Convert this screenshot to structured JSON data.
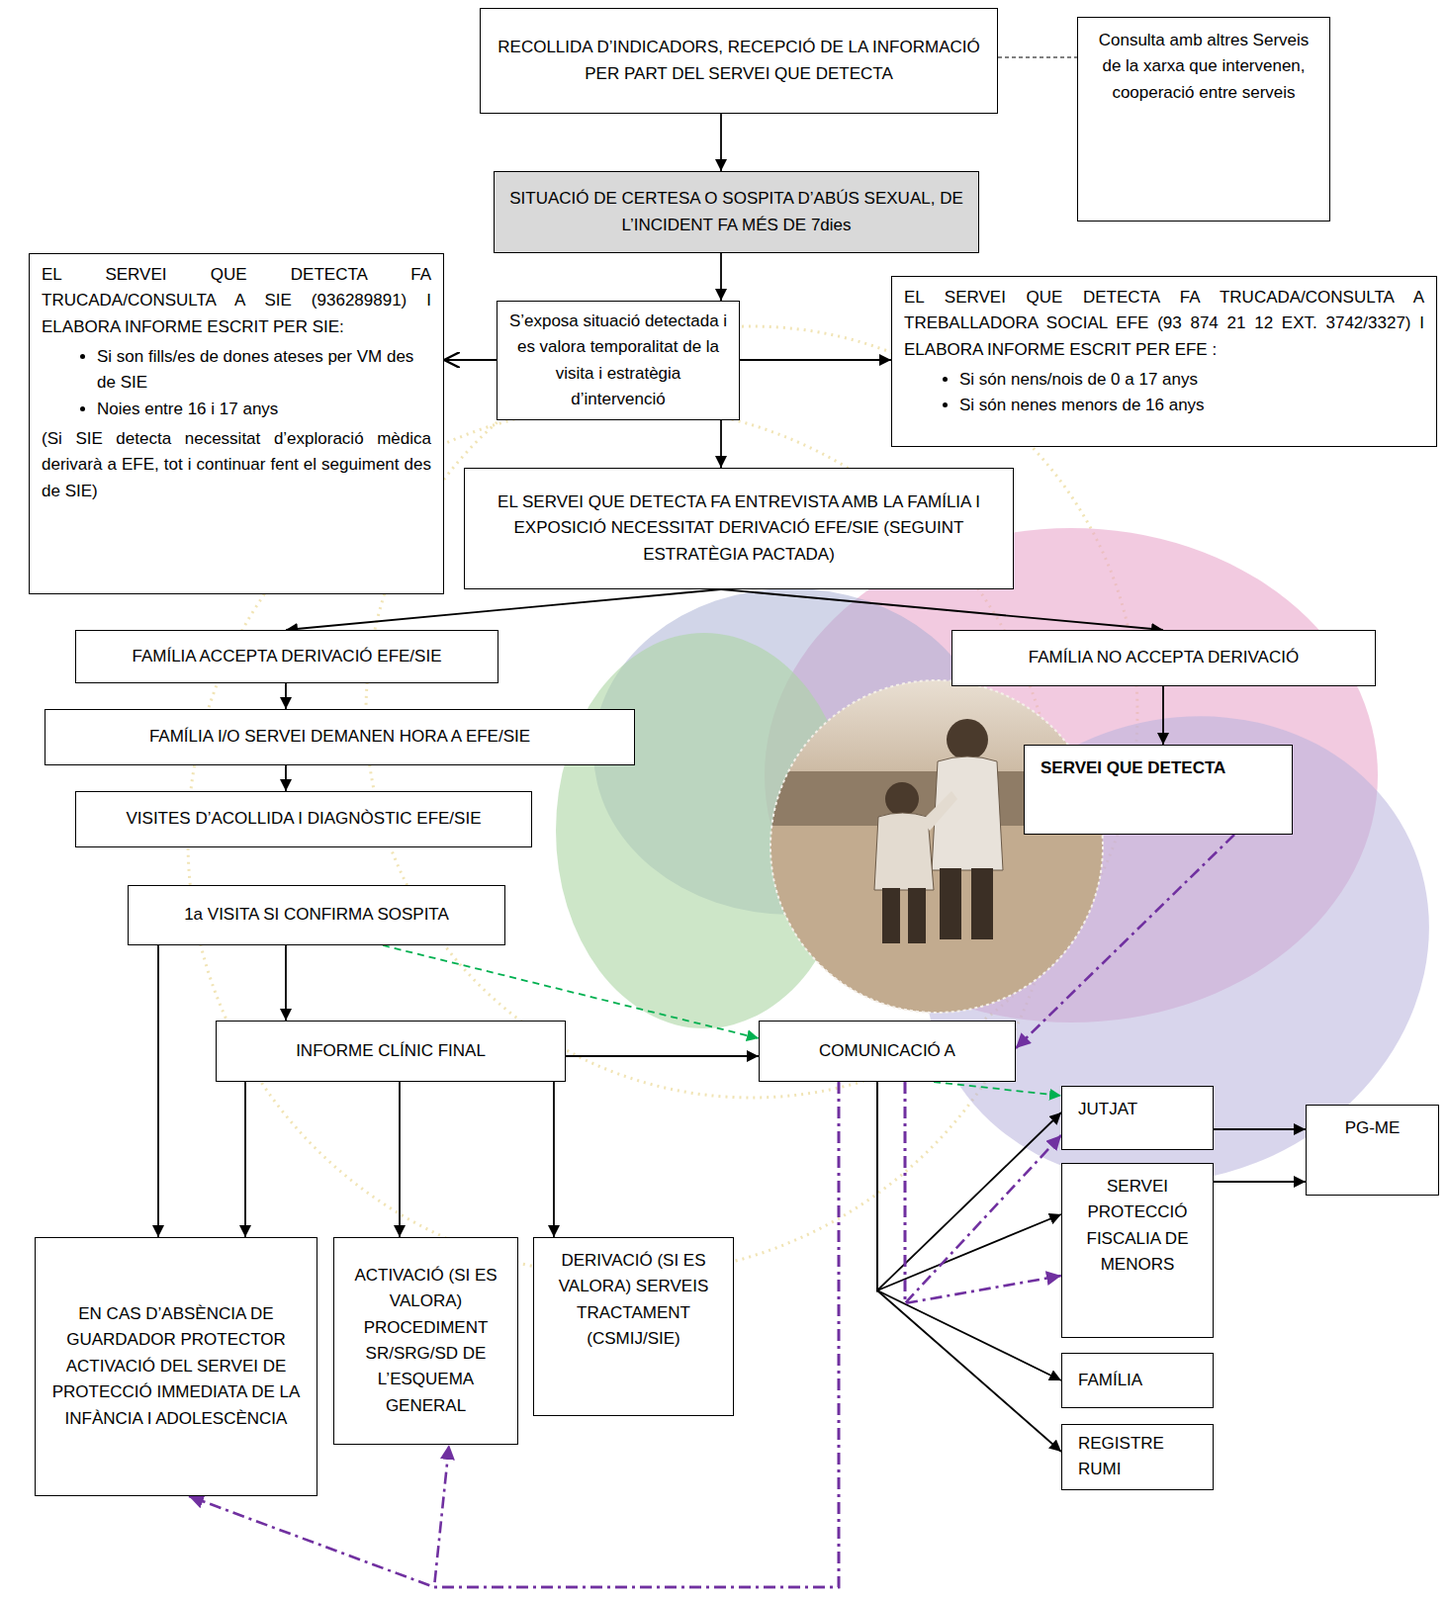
{
  "diagram": {
    "nodes": [
      {
        "text": [
          "RECOLLIDA D’INDICADORS, RECEPCIÓ DE LA INFORMACIÓ PER PART DEL SERVEI QUE DETECTA"
        ]
      },
      {
        "text": [
          "Consulta amb altres Serveis de la xarxa que intervenen, cooperació entre serveis"
        ]
      },
      {
        "text": [
          "SITUACIÓ DE CERTESA O SOSPITA D’ABÚS SEXUAL, DE L’INCIDENT FA MÉS DE 7dies"
        ]
      },
      {
        "text": [
          "EL SERVEI QUE DETECTA FA TRUCADA/CONSULTA A SIE (936289891) I ELABORA INFORME ESCRIT PER SIE:",
          "Si son fills/es de dones ateses per VM des de SIE",
          "Noies entre 16 i 17 anys",
          "(Si SIE detecta necessitat d’exploració mèdica derivarà a EFE, tot i continuar fent el seguiment des de SIE)"
        ]
      },
      {
        "text": [
          "S’exposa situació detectada i es valora temporalitat de la visita i estratègia d’intervenció"
        ]
      },
      {
        "text": [
          "EL SERVEI QUE DETECTA FA TRUCADA/CONSULTA A TREBALLADORA SOCIAL EFE (93 874 21 12 EXT. 3742/3327) I ELABORA INFORME ESCRIT PER EFE :",
          "Si són nens/nois de 0 a 17 anys",
          "Si són nenes menors de 16 anys"
        ]
      },
      {
        "text": [
          "EL SERVEI QUE DETECTA FA ENTREVISTA AMB LA FAMÍLIA I EXPOSICIÓ NECESSITAT DERIVACIÓ EFE/SIE (SEGUINT ESTRATÈGIA PACTADA)"
        ]
      },
      {
        "text": [
          "FAMÍLIA ACCEPTA DERIVACIÓ EFE/SIE"
        ]
      },
      {
        "text": [
          "FAMÍLIA NO ACCEPTA DERIVACIÓ"
        ]
      },
      {
        "text": [
          "FAMÍLIA I/O SERVEI DEMANEN HORA A EFE/SIE"
        ]
      },
      {
        "text": [
          "VISITES D’ACOLLIDA I DIAGNÒSTIC EFE/SIE"
        ]
      },
      {
        "text": [
          "SERVEI QUE DETECTA"
        ]
      },
      {
        "text": [
          "1a VISITA SI CONFIRMA SOSPITA"
        ]
      },
      {
        "text": [
          "INFORME CLÍNIC FINAL"
        ]
      },
      {
        "text": [
          "COMUNICACIÓ A"
        ]
      },
      {
        "text": [
          "JUTJAT"
        ]
      },
      {
        "text": [
          "PG-ME"
        ]
      },
      {
        "text": [
          "SERVEI PROTECCIÓ FISCALIA DE MENORS"
        ]
      },
      {
        "text": [
          "EN CAS D’ABSÈNCIA DE GUARDADOR PROTECTOR ACTIVACIÓ DEL SERVEI DE PROTECCIÓ IMMEDIATA DE LA INFÀNCIA I ADOLESCÈNCIA"
        ]
      },
      {
        "text": [
          "ACTIVACIÓ (SI ES VALORA) PROCEDIMENT SR/SRG/SD DE L’ESQUEMA GENERAL"
        ]
      },
      {
        "text": [
          "DERIVACIÓ (SI ES VALORA) SERVEIS TRACTAMENT (CSMIJ/SIE)"
        ]
      },
      {
        "text": [
          "FAMÍLIA"
        ]
      },
      {
        "text": [
          "REGISTRE RUMI"
        ]
      }
    ],
    "edges": [
      {
        "from": 0,
        "to": 2,
        "arrow": "to"
      },
      {
        "from": 0,
        "to": 1,
        "arrow": "none"
      },
      {
        "from": 2,
        "to": 4,
        "arrow": "to"
      },
      {
        "from": 4,
        "to": 3,
        "arrow": "to"
      },
      {
        "from": 4,
        "to": 5,
        "arrow": "to"
      },
      {
        "from": 4,
        "to": 6,
        "arrow": "to"
      },
      {
        "from": 6,
        "to": 7,
        "arrow": "to"
      },
      {
        "from": 6,
        "to": 8,
        "arrow": "to"
      },
      {
        "from": 7,
        "to": 9,
        "arrow": "to"
      },
      {
        "from": 9,
        "to": 10,
        "arrow": "to"
      },
      {
        "from": 8,
        "to": 11,
        "arrow": "to"
      },
      {
        "from": 12,
        "to": 18,
        "arrow": "to"
      },
      {
        "from": 12,
        "to": 13,
        "arrow": "to"
      },
      {
        "from": 12,
        "to": 14,
        "arrow": "to"
      },
      {
        "from": 13,
        "to": 18,
        "arrow": "to"
      },
      {
        "from": 13,
        "to": 19,
        "arrow": "to"
      },
      {
        "from": 13,
        "to": 20,
        "arrow": "to"
      },
      {
        "from": 13,
        "to": 14,
        "arrow": "to"
      },
      {
        "from": 11,
        "to": 14,
        "arrow": "to"
      },
      {
        "from": 14,
        "to": 15,
        "arrow": "to"
      },
      {
        "from": 14,
        "to": 17,
        "arrow": "to"
      },
      {
        "from": 14,
        "to": 21,
        "arrow": "to"
      },
      {
        "from": 14,
        "to": 22,
        "arrow": "to"
      },
      {
        "from": 14,
        "to": 15,
        "arrow": "to"
      },
      {
        "from": 14,
        "to": 15,
        "arrow": "to"
      },
      {
        "from": 14,
        "to": 17,
        "arrow": "to"
      },
      {
        "from": 14,
        "to": 18,
        "arrow": "to"
      },
      {
        "from": 14,
        "to": 19,
        "arrow": "to"
      },
      {
        "from": 15,
        "to": 16,
        "arrow": "to"
      },
      {
        "from": 17,
        "to": 16,
        "arrow": "to"
      }
    ]
  }
}
